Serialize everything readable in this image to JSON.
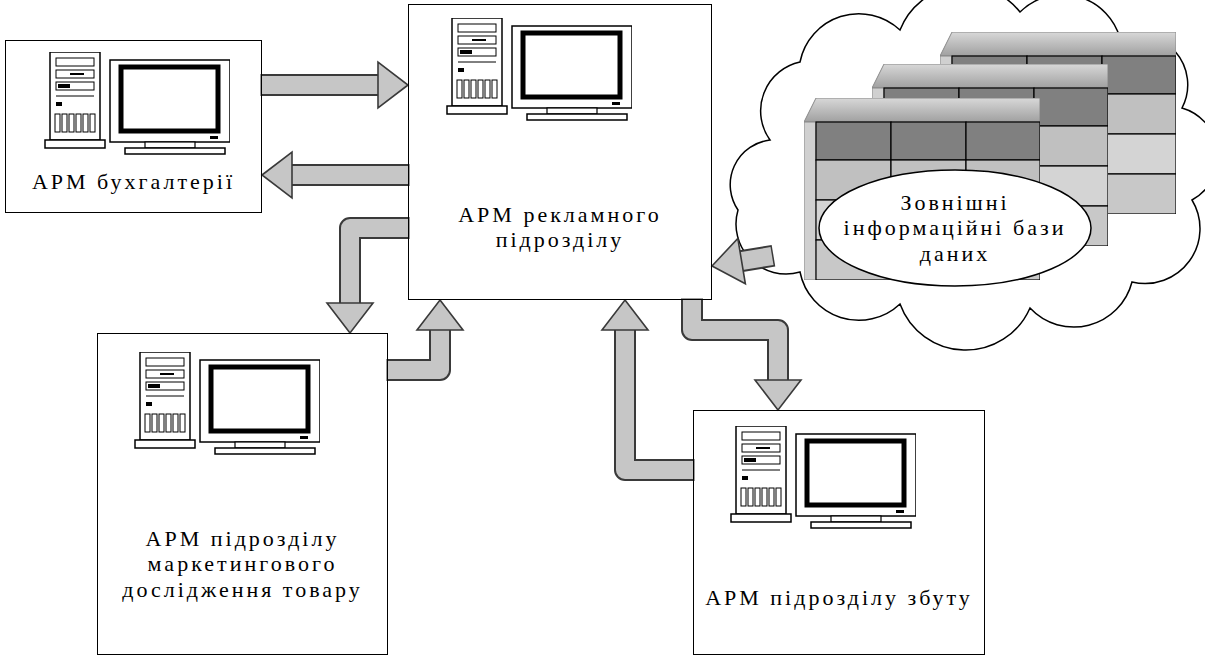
{
  "diagram": {
    "nodes": [
      {
        "text": [
          "АРМ бухгалтерії"
        ]
      },
      {
        "text": [
          "АРМ рекламного підрозділу"
        ]
      },
      {
        "text": [
          "Зовнішні інформаційні бази даних"
        ]
      },
      {
        "text": [
          "АРМ підрозділу маркетингового дослідження товару"
        ]
      },
      {
        "text": [
          "АРМ підрозділу збуту"
        ]
      }
    ],
    "edges": [
      {
        "from": 0,
        "to": 1,
        "arrow": "to"
      },
      {
        "from": 1,
        "to": 0,
        "arrow": "to"
      },
      {
        "from": 1,
        "to": 3,
        "arrow": "to"
      },
      {
        "from": 3,
        "to": 1,
        "arrow": "to"
      },
      {
        "from": 2,
        "to": 1,
        "arrow": "to"
      },
      {
        "from": 1,
        "to": 4,
        "arrow": "to"
      },
      {
        "from": 4,
        "to": 1,
        "arrow": "to"
      }
    ]
  }
}
